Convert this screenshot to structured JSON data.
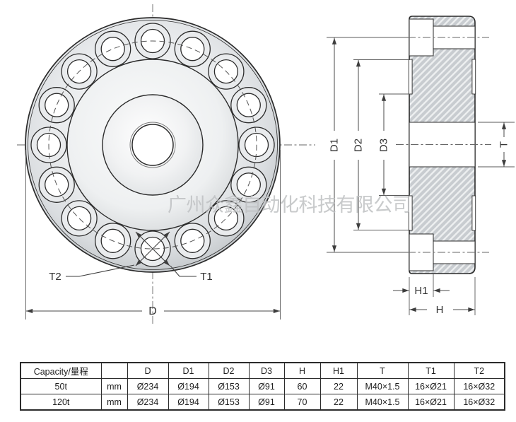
{
  "watermark": "广州众鑫自动化科技有限公司",
  "front_view": {
    "labels": {
      "d": "D",
      "t1": "T1",
      "t2": "T2"
    },
    "bolt_hole_count": 16
  },
  "section_view": {
    "labels": {
      "d1": "D1",
      "d2": "D2",
      "d3": "D3",
      "t": "T",
      "h": "H",
      "h1": "H1"
    }
  },
  "table": {
    "headers": [
      "Capacity/量程",
      "",
      "D",
      "D1",
      "D2",
      "D3",
      "H",
      "H1",
      "T",
      "T1",
      "T2"
    ],
    "rows": [
      {
        "capacity": "50t",
        "unit": "mm",
        "d": "Ø234",
        "d1": "Ø194",
        "d2": "Ø153",
        "d3": "Ø91",
        "h": "60",
        "h1": "22",
        "t": "M40×1.5",
        "t1": "16×Ø21",
        "t2": "16×Ø32"
      },
      {
        "capacity": "120t",
        "unit": "mm",
        "d": "Ø234",
        "d1": "Ø194",
        "d2": "Ø153",
        "d3": "Ø91",
        "h": "70",
        "h1": "22",
        "t": "M40×1.5",
        "t1": "16×Ø21",
        "t2": "16×Ø32"
      }
    ]
  },
  "colors": {
    "line": "#2b2b2b",
    "dimension": "#4a4a4a",
    "hatch_base": "#c8ccd0",
    "hatch_stripe": "#edeff0",
    "watermark": "#bfc1c3"
  }
}
